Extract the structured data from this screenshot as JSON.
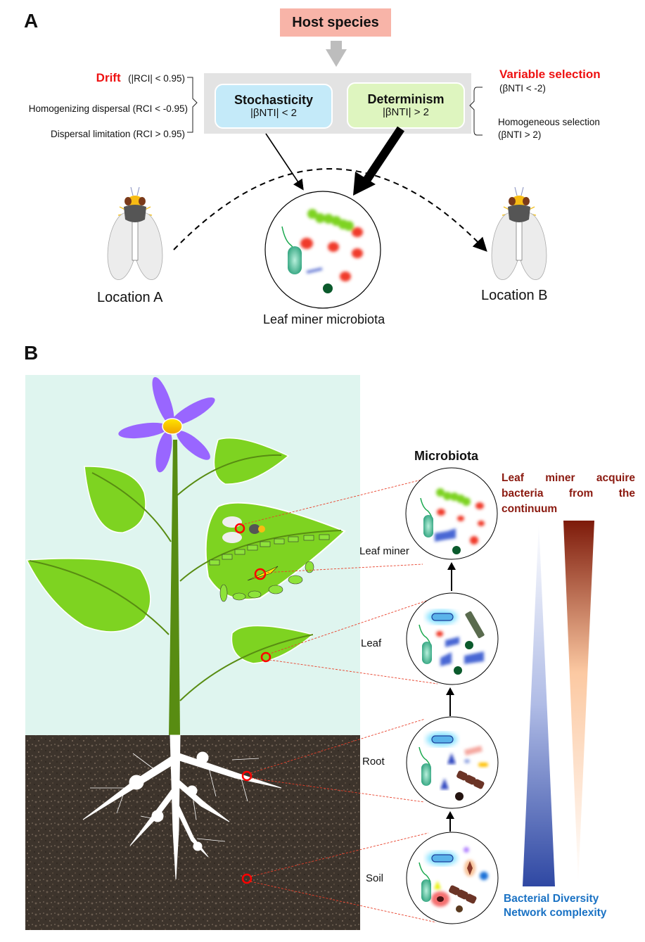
{
  "panel_a": {
    "letter": "A",
    "host_species": "Host species",
    "stochasticity": {
      "title": "Stochasticity",
      "criterion": "|βNTI| < 2"
    },
    "determinism": {
      "title": "Determinism",
      "criterion": "|βNTI| > 2"
    },
    "left_processes": [
      {
        "name": "Drift",
        "criterion": "(|RCI| < 0.95)"
      },
      {
        "name": "Homogenizing dispersal (RCI < -0.95)"
      },
      {
        "name": "Dispersal limitation (RCI > 0.95)"
      }
    ],
    "right_processes": [
      {
        "name": "Variable selection",
        "criterion": "(βNTI < -2)"
      },
      {
        "name": "Homogeneous selection",
        "criterion": "(βNTI > 2)"
      }
    ],
    "location_a": "Location A",
    "location_b": "Location B",
    "microbiota_caption": "Leaf miner microbiota"
  },
  "panel_b": {
    "letter": "B",
    "microbiota_title": "Microbiota",
    "stages": [
      "Leaf miner",
      "Leaf",
      "Root",
      "Soil"
    ],
    "acquire_text": "Leaf miner acquire bacteria from the continuum",
    "diversity_label": "Bacterial Diversity",
    "network_label": "Network complexity"
  },
  "colors": {
    "host_box": "#f8b4a8",
    "stochasticity_box": "#c4eaf9",
    "determinism_box": "#def5bf",
    "highlight_red": "#ee1111",
    "brown_text": "#8b1a10",
    "blue_text": "#1a72c4",
    "leaf_green": "#7ed321",
    "sky": "#dff5ef",
    "flower_purple": "#9966ff"
  }
}
